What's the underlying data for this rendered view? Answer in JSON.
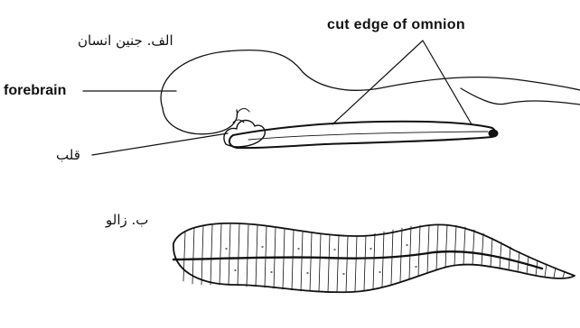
{
  "figure": {
    "caption_embryo": "الف. جنین انسان",
    "caption_leech": "ب. زالو",
    "labels": {
      "cut_edge": "cut edge of omnion",
      "forebrain": "forebrain",
      "heart": "قلب"
    }
  }
}
